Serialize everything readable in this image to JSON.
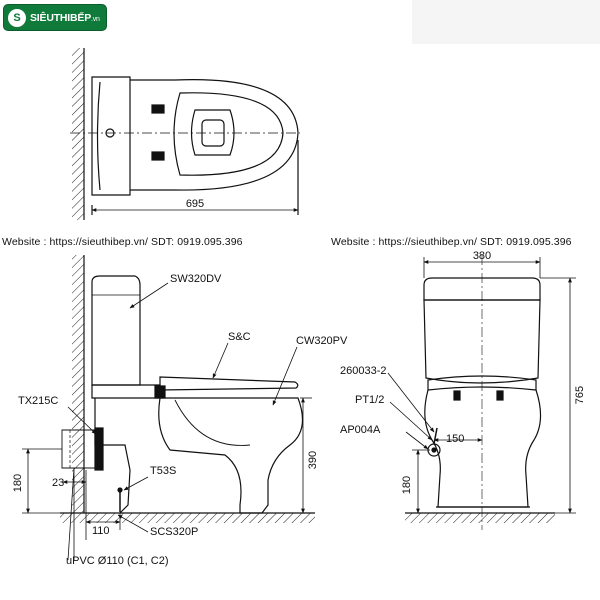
{
  "brand": {
    "logo_text": "SIÊUTHIBẾP",
    "logo_suffix": ".vn"
  },
  "watermarks": {
    "left": "Website : https://sieuthibep.vn/  SDT: 0919.095.396",
    "right": "Website : https://sieuthibep.vn/  SDT: 0919.095.396"
  },
  "top_view": {
    "width_dim": "695"
  },
  "side_view": {
    "tank_label": "SW320DV",
    "seat_label": "S&C",
    "bowl_label": "CW320PV",
    "flange_label": "TX215C",
    "bolt_label": "T53S",
    "pipe_label": "SCS320P",
    "drain_label": "uPVC Ø110 (C1, C2)",
    "dim_height": "390",
    "dim_outlet_height": "180",
    "dim_offset": "23",
    "dim_wall": "110"
  },
  "front_view": {
    "width_dim": "380",
    "height_dim": "765",
    "valve_label": "260033-2",
    "fitting_label": "PT1/2",
    "hose_label": "AP004A",
    "dim_side": "150",
    "dim_outlet_height": "180"
  }
}
